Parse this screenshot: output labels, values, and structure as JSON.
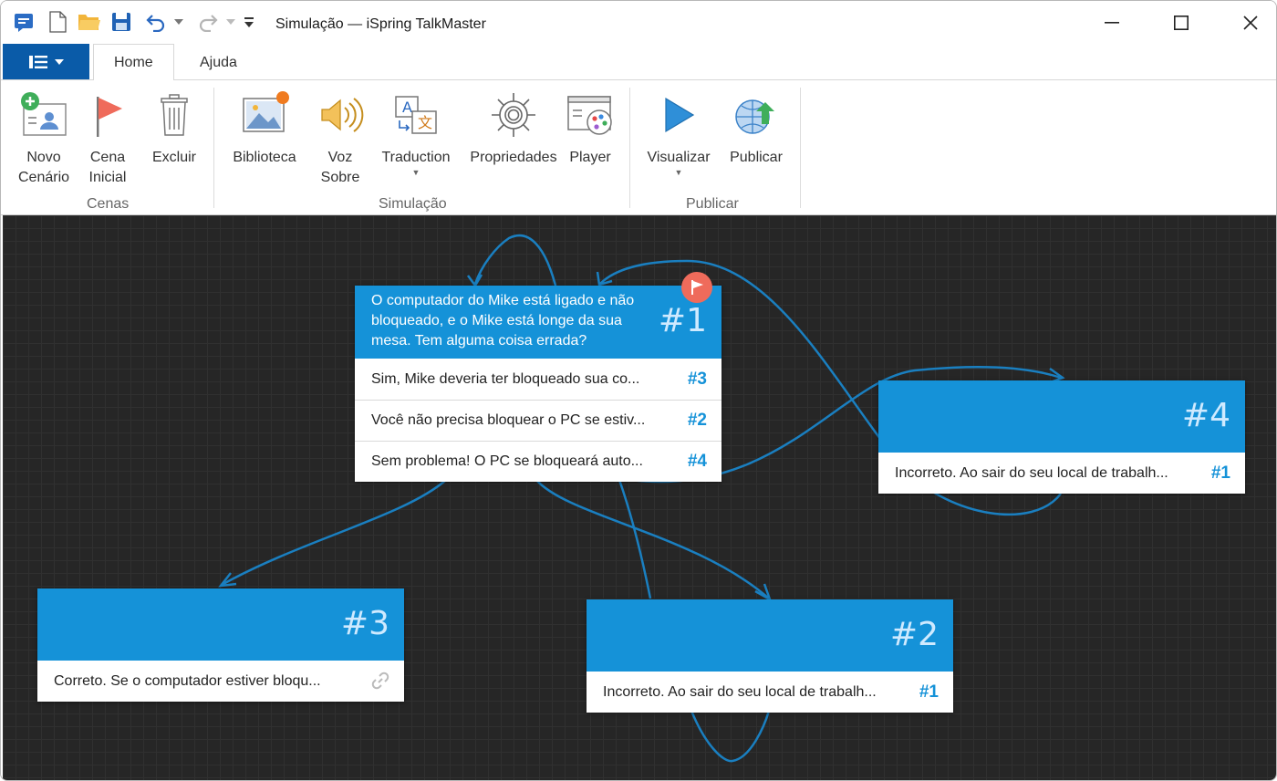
{
  "window": {
    "title": "Simulação — iSpring TalkMaster"
  },
  "tabs": [
    {
      "label": "Home",
      "active": true
    },
    {
      "label": "Ajuda",
      "active": false
    }
  ],
  "ribbon": {
    "groups": [
      {
        "label": "Cenas",
        "buttons": [
          {
            "label_lines": [
              "Novo",
              "Cenário"
            ],
            "icon": "new-scene-icon"
          },
          {
            "label_lines": [
              "Cena",
              "Inicial"
            ],
            "icon": "flag-icon"
          },
          {
            "label_lines": [
              "Excluir"
            ],
            "icon": "trash-icon"
          }
        ]
      },
      {
        "label": "Simulação",
        "buttons": [
          {
            "label_lines": [
              "Biblioteca"
            ],
            "icon": "library-icon"
          },
          {
            "label_lines": [
              "Voz",
              "Sobre"
            ],
            "icon": "speaker-icon"
          },
          {
            "label_lines": [
              "Traduction"
            ],
            "icon": "translate-icon",
            "dropdown": true
          },
          {
            "label_lines": [
              "Propriedades"
            ],
            "icon": "gear-icon"
          },
          {
            "label_lines": [
              "Player"
            ],
            "icon": "player-icon"
          }
        ]
      },
      {
        "label": "Publicar",
        "buttons": [
          {
            "label_lines": [
              "Visualizar"
            ],
            "icon": "play-icon",
            "dropdown": true
          },
          {
            "label_lines": [
              "Publicar"
            ],
            "icon": "publish-icon"
          }
        ]
      }
    ]
  },
  "scenes": [
    {
      "id": "#1",
      "question": "O computador do Mike está ligado e não bloqueado, e o Mike está longe da sua mesa. Tem alguma coisa errada?",
      "start": true,
      "responses": [
        {
          "text": "Sim, Mike deveria ter bloqueado sua co...",
          "target": "#3"
        },
        {
          "text": "Você não precisa bloquear o PC se estiv...",
          "target": "#2"
        },
        {
          "text": "Sem problema! O PC se bloqueará auto...",
          "target": "#4"
        }
      ]
    },
    {
      "id": "#4",
      "responses": [
        {
          "text": "Incorreto. Ao sair do seu local de trabalh...",
          "target": "#1"
        }
      ]
    },
    {
      "id": "#3",
      "responses": [
        {
          "text": "Correto. Se o computador estiver bloqu...",
          "target": "link-icon"
        }
      ]
    },
    {
      "id": "#2",
      "responses": [
        {
          "text": "Incorreto. Ao sair do seu local de trabalh...",
          "target": "#1"
        }
      ]
    }
  ],
  "colors": {
    "accent": "#1592d8",
    "file_tab": "#0a5ba8",
    "canvas": "#262626",
    "connector": "#1a7fc0",
    "start_flag": "#ef6b5b"
  }
}
